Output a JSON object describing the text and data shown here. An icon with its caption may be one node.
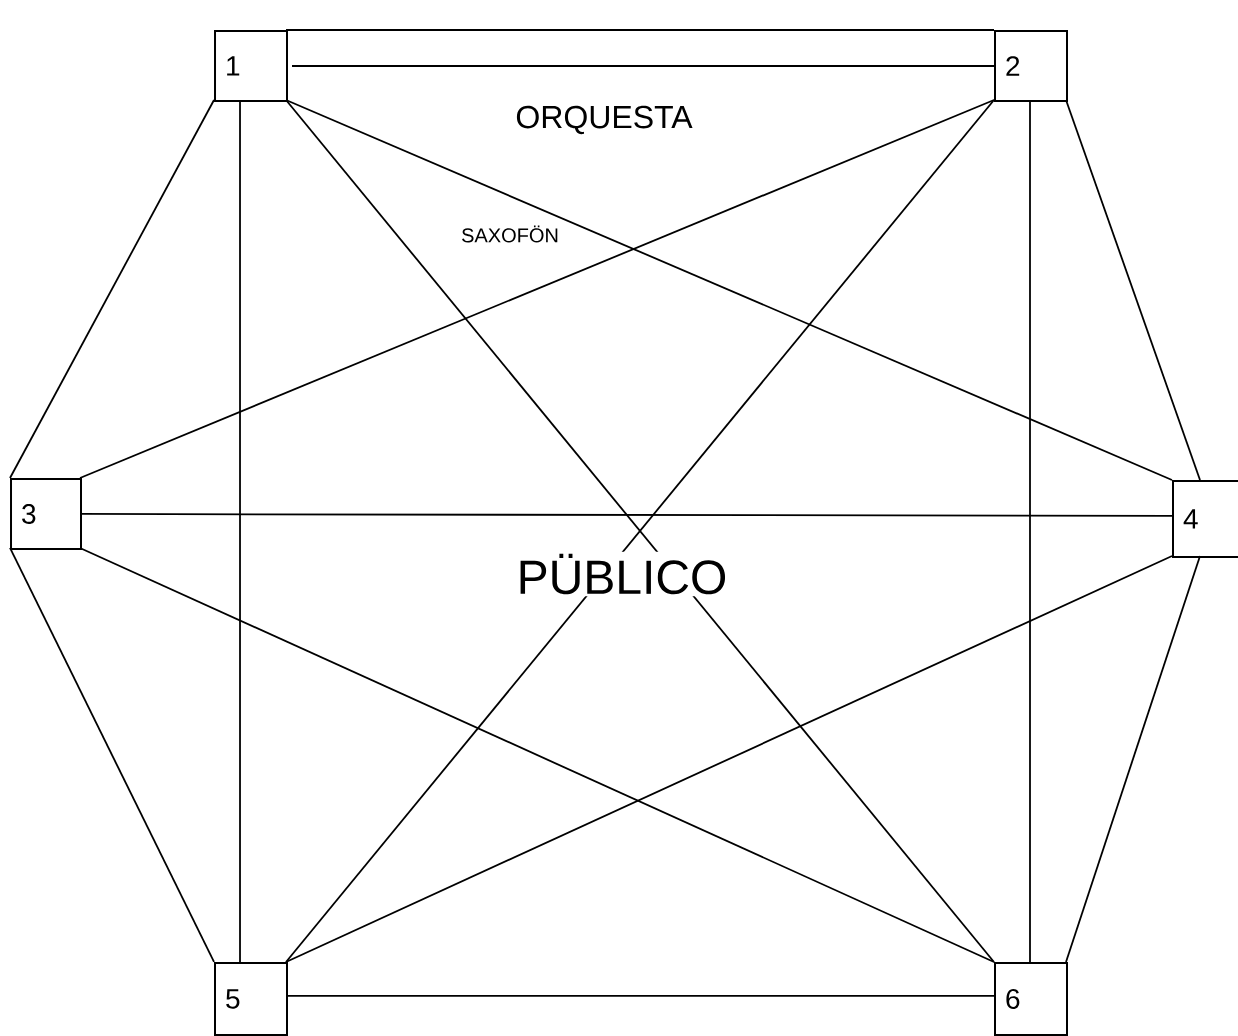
{
  "diagram": {
    "nodes": [
      {
        "text": [
          "1"
        ]
      },
      {
        "text": [
          "2"
        ]
      },
      {
        "text": [
          "3"
        ]
      },
      {
        "text": [
          "4"
        ]
      },
      {
        "text": [
          "5"
        ]
      },
      {
        "text": [
          "6"
        ]
      }
    ],
    "edges": [
      {
        "from": 0,
        "to": 1,
        "arrow": "none"
      },
      {
        "from": 0,
        "to": 2,
        "arrow": "none"
      },
      {
        "from": 0,
        "to": 3,
        "arrow": "none"
      },
      {
        "from": 0,
        "to": 4,
        "arrow": "none"
      },
      {
        "from": 0,
        "to": 5,
        "arrow": "none"
      },
      {
        "from": 1,
        "to": 2,
        "arrow": "none"
      },
      {
        "from": 1,
        "to": 3,
        "arrow": "none"
      },
      {
        "from": 1,
        "to": 4,
        "arrow": "none"
      },
      {
        "from": 1,
        "to": 5,
        "arrow": "none"
      },
      {
        "from": 2,
        "to": 3,
        "arrow": "none"
      },
      {
        "from": 2,
        "to": 4,
        "arrow": "none"
      },
      {
        "from": 2,
        "to": 5,
        "arrow": "none"
      },
      {
        "from": 3,
        "to": 4,
        "arrow": "none"
      },
      {
        "from": 3,
        "to": 5,
        "arrow": "none"
      },
      {
        "from": 4,
        "to": 5,
        "arrow": "none"
      }
    ],
    "labels": [
      "ORQUESTA",
      "SAXOFÖN",
      "PÜBLICO"
    ]
  }
}
